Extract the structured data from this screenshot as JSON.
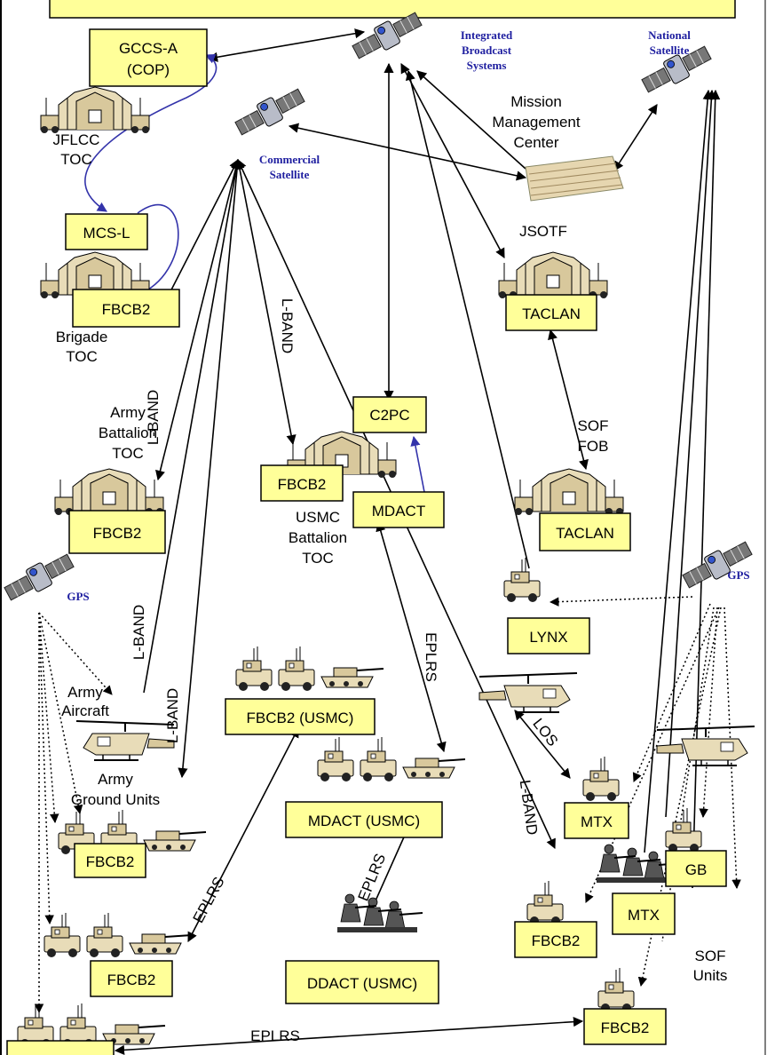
{
  "boxes": {
    "gccs": [
      "GCCS-A",
      "(COP)"
    ],
    "mcs": "MCS-L",
    "fbcb2_brigade": "FBCB2",
    "fbcb2_army_bn": "FBCB2",
    "c2pc": "C2PC",
    "fbcb2_usmc_bn": "FBCB2",
    "mdact": "MDACT",
    "taclan_jsotf": "TACLAN",
    "taclan_sof": "TACLAN",
    "lynx": "LYNX",
    "fbcb2_usmc": "FBCB2 (USMC)",
    "mdact_usmc": "MDACT (USMC)",
    "ddact_usmc": "DDACT (USMC)",
    "fbcb2_ground1": "FBCB2",
    "fbcb2_ground2": "FBCB2",
    "mtx1": "MTX",
    "gb": "GB",
    "mtx2": "MTX",
    "fbcb2_sof": "FBCB2",
    "fbcb2_bottom_right": "FBCB2"
  },
  "labels": {
    "jflcc": [
      "JFLCC",
      "TOC"
    ],
    "brigade": [
      "Brigade",
      "TOC"
    ],
    "army_bn": [
      "Army",
      "Battalion",
      "TOC"
    ],
    "usmc_bn": [
      "USMC",
      "Battalion",
      "TOC"
    ],
    "mmc": [
      "Mission",
      "Management",
      "Center"
    ],
    "jsotf": "JSOTF",
    "sof_fob": [
      "SOF",
      "FOB"
    ],
    "army_aircraft": [
      "Army",
      "Aircraft"
    ],
    "army_ground": [
      "Army",
      "Ground Units"
    ],
    "sof_units": [
      "SOF",
      "Units"
    ]
  },
  "satellites": {
    "integrated": [
      "Integrated",
      "Broadcast",
      "Systems"
    ],
    "national": [
      "National",
      "Satellite"
    ],
    "commercial": [
      "Commercial",
      "Satellite"
    ],
    "gps_left": "GPS",
    "gps_right": "GPS"
  },
  "links": {
    "lband1": "L-BAND",
    "lband2": "L-BAND",
    "lband3": "L-BAND",
    "lband4": "L-BAND",
    "lband5": "L-BAND",
    "eplrs1": "EPLRS",
    "eplrs2": "EPLRS",
    "eplrs3": "EPLRS",
    "eplrs4": "EPLRS",
    "los": "LOS"
  },
  "colors": {
    "box_fill": "#ffff99",
    "satellite_label": "#1f1fa0",
    "blue_link": "#3333aa",
    "tan": "#e8dcb8"
  }
}
